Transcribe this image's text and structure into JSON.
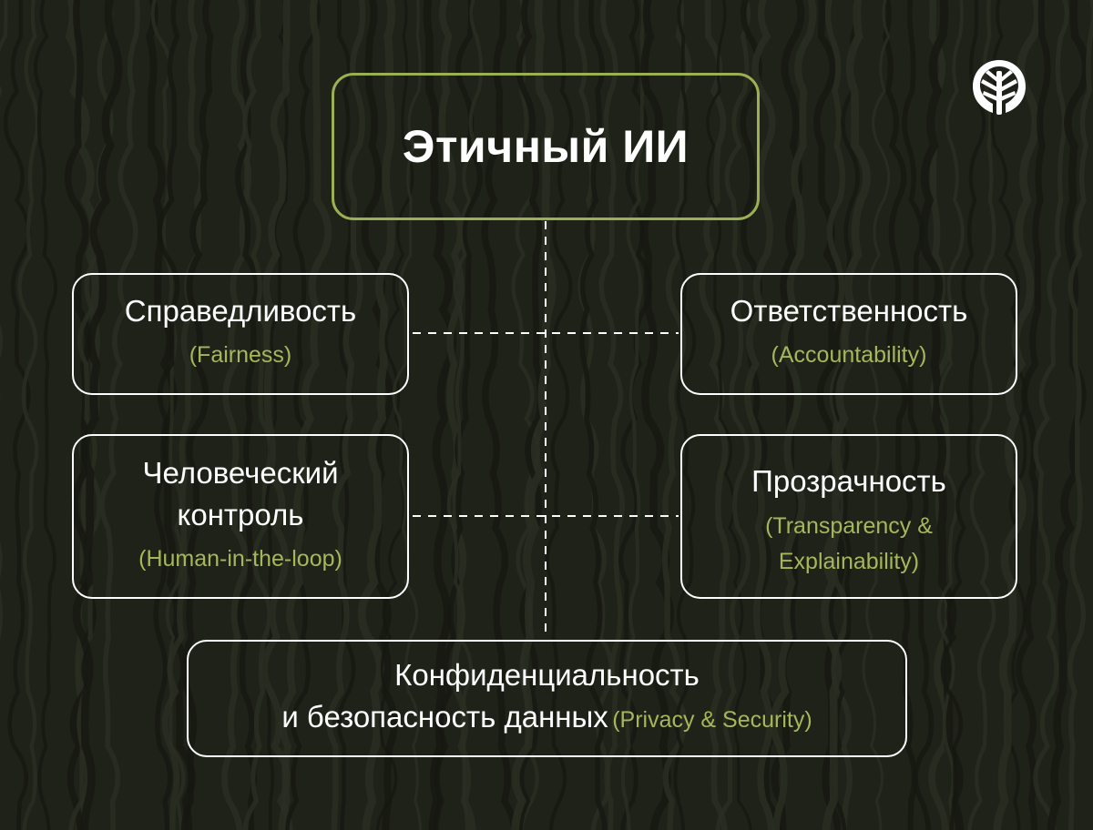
{
  "diagram": {
    "title": "Этичный ИИ",
    "nodes": {
      "fairness": {
        "ru": "Справедливость",
        "en": "(Fairness)"
      },
      "accountability": {
        "ru": "Ответственность",
        "en": "(Accountability)"
      },
      "human_control": {
        "ru_line1": "Человеческий",
        "ru_line2": "контроль",
        "en": "(Human-in-the-loop)"
      },
      "transparency": {
        "ru": "Прозрачность",
        "en_line1": "(Transparency &",
        "en_line2": "Explainability)"
      },
      "privacy": {
        "ru_line1": "Конфиденциальность",
        "ru_line2": "и безопасность данных",
        "en": "(Privacy & Security)"
      }
    }
  },
  "colors": {
    "background": "#1f2219",
    "accent_green": "#a3b85a",
    "title_border": "#9bb052",
    "box_border": "#ffffff",
    "connector": "#ffffff"
  },
  "logo": {
    "icon": "tree-logo-icon"
  }
}
